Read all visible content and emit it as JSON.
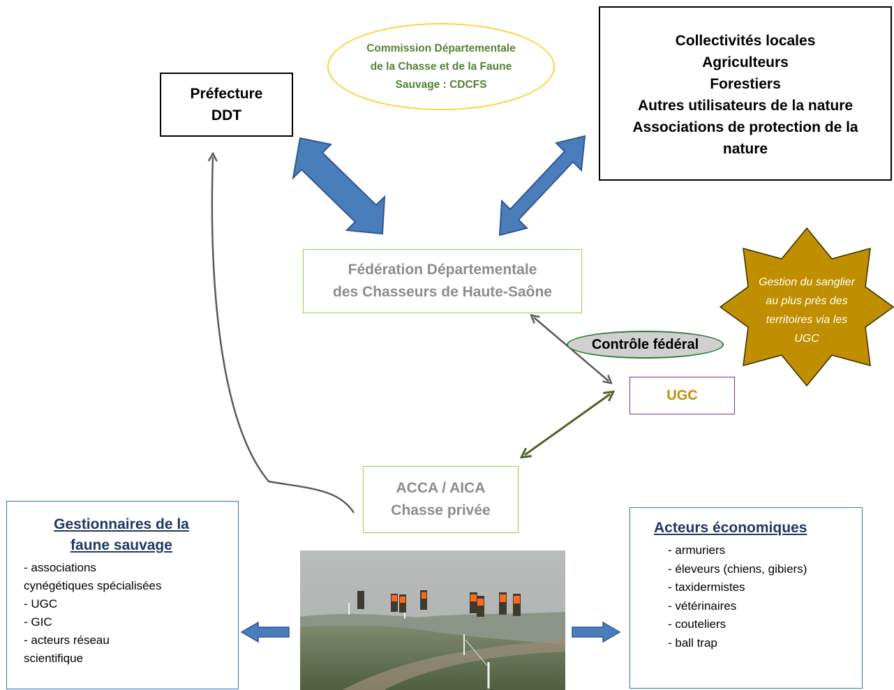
{
  "prefecture": {
    "line1": "Préfecture",
    "line2": "DDT"
  },
  "cdcfs": {
    "line1": "Commission Départementale",
    "line2": "de la Chasse et de la Faune",
    "line3": "Sauvage : CDCFS"
  },
  "collectivites": {
    "lines": [
      "Collectivités locales",
      "Agriculteurs",
      "Forestiers",
      "Autres utilisateurs de la nature",
      "Associations de protection de la",
      "nature"
    ]
  },
  "federation": {
    "line1": "Fédération Départementale",
    "line2": "des Chasseurs de Haute-Saône"
  },
  "controle": "Contrôle fédéral",
  "ugc": "UGC",
  "star": {
    "lines": [
      "Gestion du sanglier",
      "au plus près des",
      "territoires via les",
      "UGC"
    ]
  },
  "acca": {
    "line1": "ACCA / AICA",
    "line2": "Chasse privée"
  },
  "gestionnaires": {
    "title_line1": "Gestionnaires de la",
    "title_line2": "faune sauvage",
    "items": [
      "- associations",
      "cynégétiques spécialisées",
      "- UGC",
      "- GIC",
      "- acteurs réseau",
      "scientifique"
    ]
  },
  "acteurs": {
    "title": "Acteurs économiques",
    "items": [
      "- armuriers",
      "- éleveurs (chiens, gibiers)",
      "- taxidermistes",
      "- vétérinaires",
      "- couteliers",
      "- ball trap"
    ]
  },
  "colors": {
    "blue_arrow": "#4a7ebb",
    "star_fill": "#bf8f00",
    "olive_arrow": "#4f6228",
    "gray_arrow": "#595959"
  }
}
